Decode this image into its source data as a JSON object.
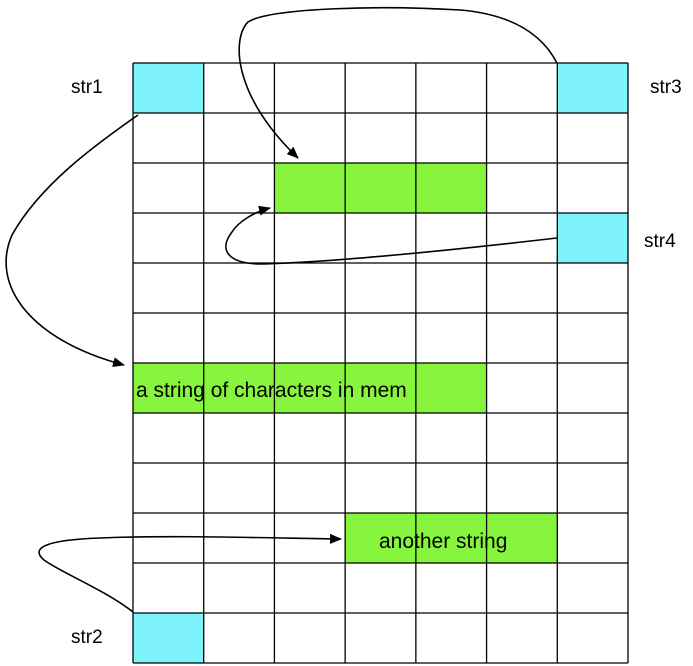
{
  "labels": {
    "str1": "str1",
    "str2": "str2",
    "str3": "str3",
    "str4": "str4"
  },
  "strings": {
    "main": "a string of characters in mem",
    "other": "another string"
  },
  "grid": {
    "columns": 7,
    "rows": 12
  },
  "colors": {
    "pointer_cell": "#7ef3fb",
    "string_cell": "#87f53d",
    "grid_line": "#000000",
    "arrow": "#000000"
  }
}
